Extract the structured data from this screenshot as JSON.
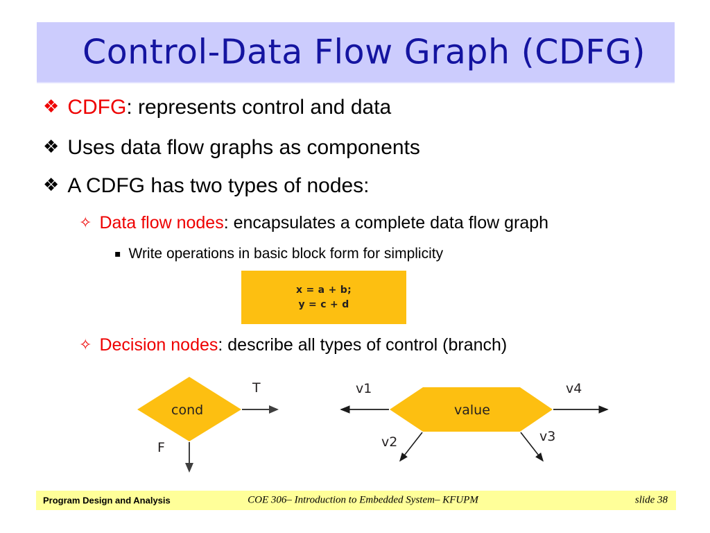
{
  "slide": {
    "title": "Control-Data Flow Graph (CDFG)",
    "title_bg": "#CCCCFF",
    "title_color": "#1414A0",
    "accent_red": "#EE0000",
    "node_fill": "#FDBF11",
    "footer_bg": "#FFFF99"
  },
  "bullets": {
    "b1_icon": "❖",
    "b1_highlight": "CDFG",
    "b1_rest": ": represents control and data",
    "b2_icon": "❖",
    "b2_text": "Uses data flow graphs as components",
    "b3_icon": "❖",
    "b3_text": "A CDFG has two types of nodes:",
    "b4_icon": "✧",
    "b4_highlight": "Data flow nodes",
    "b4_rest": ": encapsulates a complete data flow graph",
    "b5_icon": "▪",
    "b5_text": "Write operations in basic block form for simplicity",
    "b6_icon": "✧",
    "b6_highlight": "Decision nodes",
    "b6_rest": ": describe all types of control (branch)"
  },
  "code_block": {
    "line1": "x = a + b;",
    "line2": "y = c + d"
  },
  "decision_diagram": {
    "node_label": "cond",
    "edge_true": "T",
    "edge_false": "F"
  },
  "value_diagram": {
    "node_label": "value",
    "edge_v1": "v1",
    "edge_v2": "v2",
    "edge_v3": "v3",
    "edge_v4": "v4"
  },
  "footer": {
    "left": "Program Design and Analysis",
    "center": "COE 306– Introduction to Embedded System– KFUPM",
    "right": "slide 38"
  }
}
